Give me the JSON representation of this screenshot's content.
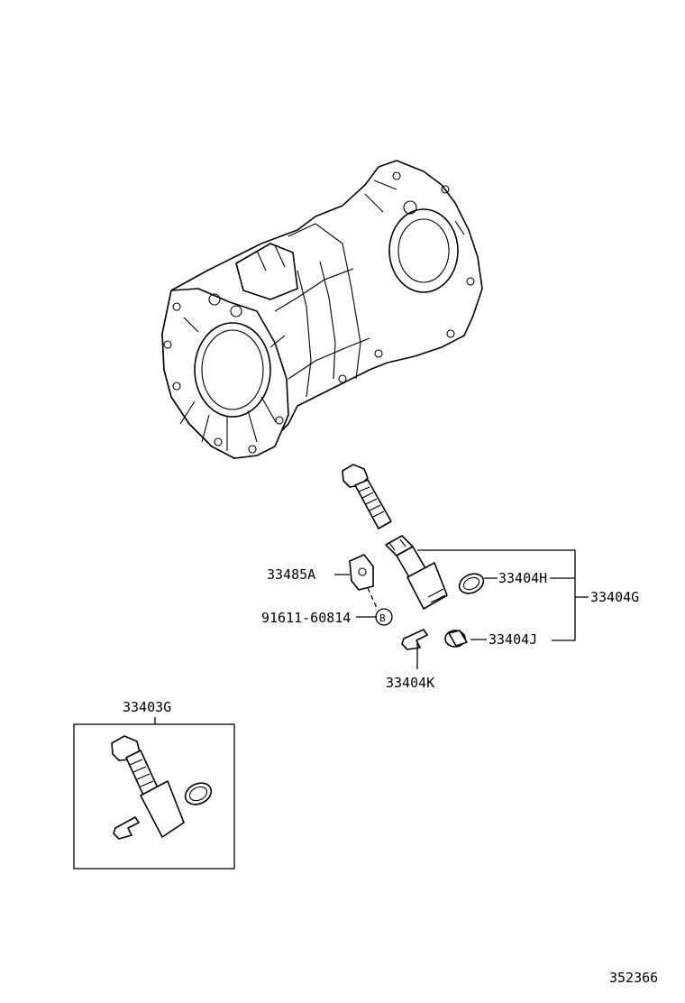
{
  "labels": {
    "plate": "33485A",
    "bolt": "91611-60814",
    "bolt_ref": "B",
    "oring": "33404H",
    "assembly": "33404G",
    "cap": "33404J",
    "clip": "33404K",
    "kit": "33403G",
    "diagram_number": "352366"
  },
  "colors": {
    "line": "#000000",
    "background": "#ffffff"
  }
}
